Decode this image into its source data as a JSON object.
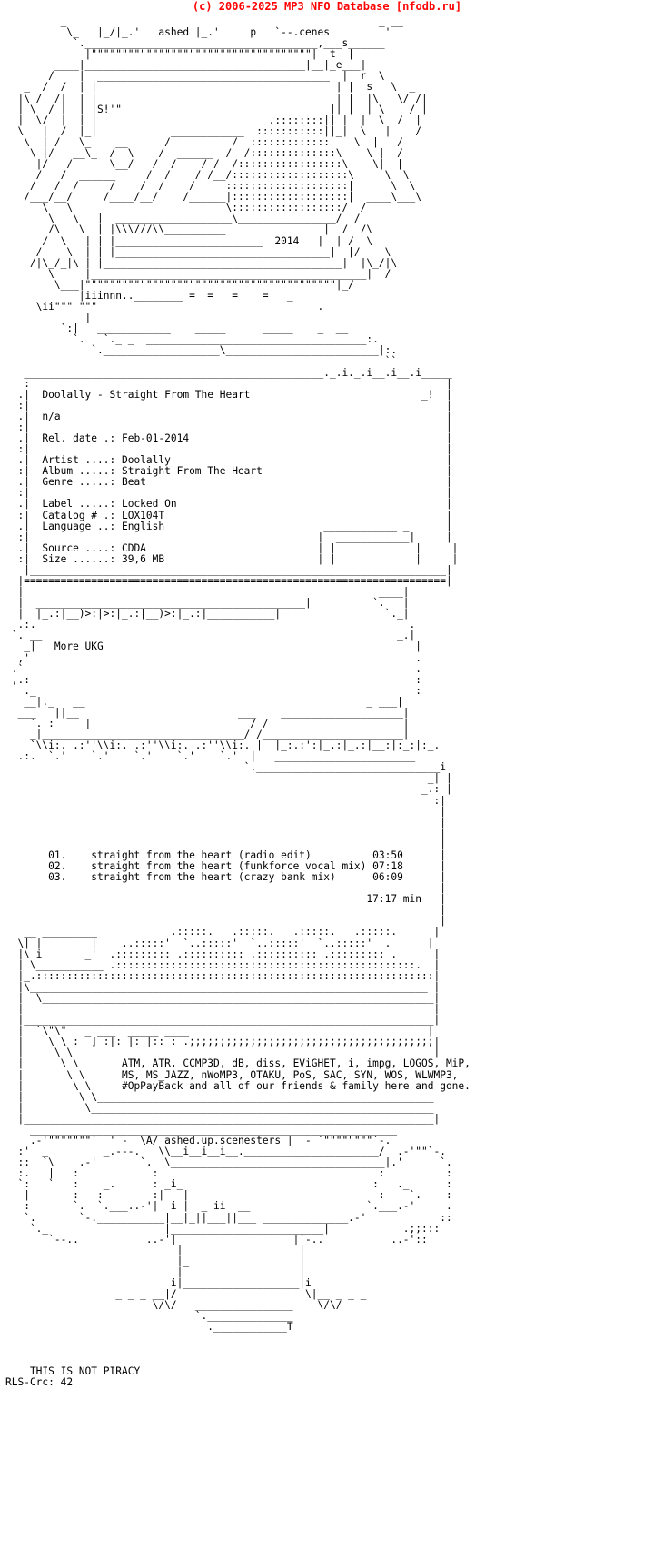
{
  "header": {
    "copyright": "(c) 2006-2025 MP3 NFO Database [nfodb.ru]"
  },
  "nfo": {
    "art": [
      "         _                                                   _ __",
      "          \\_   |_/|_.'   ashed |_.'     p   `--.cenes         '",
      "           `.______________________________________,___s______",
      "             |\"\"\"\"\"\"\"\"\"\"\"\"\"\"\"\"\"\"\"\"\"\"\"\"\"\"\"\"\"\"\"\"\"\"\"\"|  t  |",
      "        ____|____________________________________|__|_e___|",
      "       /    |  ______________________________________  |  r  \\",
      "   _  /  /  | |                                       | |  s   \\  _",
      "  |\\ /  /|  | |______________________________________ | |  |\\   \\/ /|",
      "  | \\  / |  | |S!'\"                                  || |  | \\    / |",
      "  |  \\/  |  | |                            .::::::::|| |  |  \\  /  |",
      "  \\   |  /  |_|            ____________  :::::::::::||_|  \\   |    /",
      "   \\  | /   \\_    __      /          /  :::::::::::::    \\  |   /",
      "    \\ |/   __\\_  /  \\    /  ______  /  /::::::::::::::\\    \\ |  /",
      "     |/   /      \\__/   /  /    / /  /:::::::::::::::::\\    \\|  |",
      "     /   /  ______     /  /    / /__/:::::::::::::::::::\\     \\  \\",
      "    /   /  /     /    /  /    /     ::::::::::::::::::::|      \\  \\",
      "   /___/__/     /____/__/    /______|:::::::::::::::::::|  ____\\___\\",
      "      \\   \\                         \\::::::::::::::::::/  /",
      "       \\   \\   |  ___________________\\________________/  /",
      "       /\\   \\  | |\\\\\\///\\\\__________                |  /  /\\",
      "      /  \\   | | |________________________  2014   |  | /  \\",
      "     /    \\  | | |___________________________________|  |/    \\",
      "    /|\\_/_|\\ | |_______________________________________|  |\\_/|\\",
      "       \\     |_____________________________________________|  /",
      "        \\___|\"\"\"\"\"\"\"\"\"\"\"\"\"\"\"\"\"\"\"\"\"\"\"\"\"\"\"\"\"\"\"\"\"\"\"\"\"\"\"\"\"|_/",
      "            |iiinnn..________ =  =   =    =   _",
      "     \\ii\"\"\" \"\"\"                                    .",
      "  _  _ ______|_____________________________________  _  _",
      "         `:|   ____________    _____      _____    _  __",
      "           `.   `._ _  ____________________________________:.",
      "              `.___________________\\_________________________|:.",
      "                                                              ``",
      "   _________________________________________________._.i._.i__.i__.i_____",
      "   :                                                                    |",
      "  .|  Doolally - Straight From The Heart                            _!  |",
      "  :|                                                                    |",
      "  .|  n/a                                                               |",
      "  :|                                                                    |",
      "  .|  Rel. date .: Feb-01-2014                                          |",
      "  :|                                                                    |",
      "  .|  Artist ....: Doolally                                             |",
      "  :|  Album .....: Straight From The Heart                              |",
      "  .|  Genre .....: Beat                                                 |",
      "  :|                                                                    |",
      "  .|  Label .....: Locked On                                            |",
      "  :|  Catalog # .: LOX104T                                              |",
      "  .|  Language ..: English                          ____________ _      |",
      "  :|                                               |  ____________|     |",
      "  .|  Source ....: CDDA                            | |             |     |",
      "  :|  Size ......: 39,6 MB                         | |             |     |",
      "   |____________________________________________________________________|",
      "  |=====================================================================|",
      "  |                                                          ____|",
      "  |  ____________________________________________|          `.   |",
      "  |  |_.:|__)>:|>:|_.:|__)>:|_.:|___________|                 `._|",
      "  .:.                                                             .",
      " `. __                                                          _.|",
      "   _|   More UKG                                                   |",
      "  ,'                                                               .",
      " .`                                                                .",
      " ,.:                                                               :",
      "   ._                                                              :",
      "   __|._   __                                              _ ___|",
      "  ___   ||__                          ___    ____________________|",
      "    `. :_____|__________________________/ /______________________|",
      "    _|_________________________________/ /_______________________|",
      "    `\\\\i:. .:''\\\\i:. .:''\\\\i:. .:''\\\\i:. |  |_:.:':|_.:|_.:|__:|:_:|:_.",
      "  .:.  `.'    `.'    `.'    `.'    `.'  |   _______________________",
      "                                       `.______________________________i",
      "                                                                     _| |",
      "                                                                    _.: |",
      "                                                                      :|",
      "                                                                       |",
      "                                                                       |",
      "                                                                       |",
      "                                                                       |",
      "       01.    straight from the heart (radio edit)          03:50      |",
      "       02.    straight from the heart (funkforce vocal mix) 07:18      |",
      "       03.    straight from the heart (crazy bank mix)      06:09      |",
      "                                                                       |",
      "                                                           17:17 min   |",
      "                                                                       |",
      "                                                                       |",
      "   __ _________            .:::::.   .:::::.   .:::::.   .:::::.      |",
      "  \\| |        |    ..:::::'  `..:::::'  `..:::::'  `..:::::'  .      |",
      "  |\\ i       _'  .::::::::: .:::::::::: .:::::::::: .::::::::: .      |",
      "  | \\___________ .:::::::::::::::::::::::::::::::::::::::::::::::::.  |",
      "  |_.:::::::::::::::::::::::::::::::::::::::::::::::::::::::::::::::::|",
      "  |\\_________________________________________________________________ |",
      "  |  \\________________________________________________________________|",
      "  |                                                                   |",
      "  |___________________________________________________________________|",
      "  |  `\\\"\\\"   _ ___  _____ ____                                       |",
      "  |    \\ \\ :  ]_:|:_|:_|::_: .;;;;;;;;;;;;;;;;;;;;;;;;;;;;;;;;;;;;;;;;|",
      "  |     \\ \\                                                           |",
      "  |      \\ \\       ATM, ATR, CCMP3D, dB, diss, EViGHET, i, impg, LOGOS, MiP,",
      "  |       \\ \\      MS, MS_JAZZ, nWoMP3, OTAKU, PoS, SAC, SYN, WOS, WLWMP3,",
      "  |        \\ \\     #OpPayBack and all of our friends & family here and gone.",
      "  |         \\ \\_______________________________________________________",
      "  |          \\________________________________________________________",
      "  |___________________________________________________________________|",
      "    ____________________________________________________________",
      "   _.-'\"\"\"\"\"\"\"`  ' -  \\A/ ashed.up.scenesters |  - `\"\"\"\"\"\"\"\"`-.",
      "  :'  _         _.---.   \\\\__i__i__i__.______________________/  .-'\"\"`-.",
      "  ::  `\\    .-'       `.  \\___________________________________|.'      `.",
      "  :.   |   :            :                                    :          :",
      "  `:   `   :    _.      : _i_                               :   ._      :",
      "   |       :   :        :|   |                               :    `.    :",
      "   :       `.  `.___..-'|  i |  _ ii  __                   `.___.-'     .",
      "   `.       `-.___________|__|_||___||___ ______________.-'            ::",
      "    `._                   |_________________________|            .;;:::",
      "       `--..___________..-'|                   |`-..___________..-'::",
      "                            |                   |",
      "                            |_                  |",
      "                            |                   |",
      "                           i|___________________|i",
      "                  _ _ _ __|/                     \\|__ _ _ _",
      "                        \\/\\/   ________________    \\/\\/",
      "                               `.______________",
      "                                 .____________T",
      "",
      "",
      "",
      "    THIS IS NOT PIRACY",
      "RLS-Crc: 42"
    ]
  }
}
